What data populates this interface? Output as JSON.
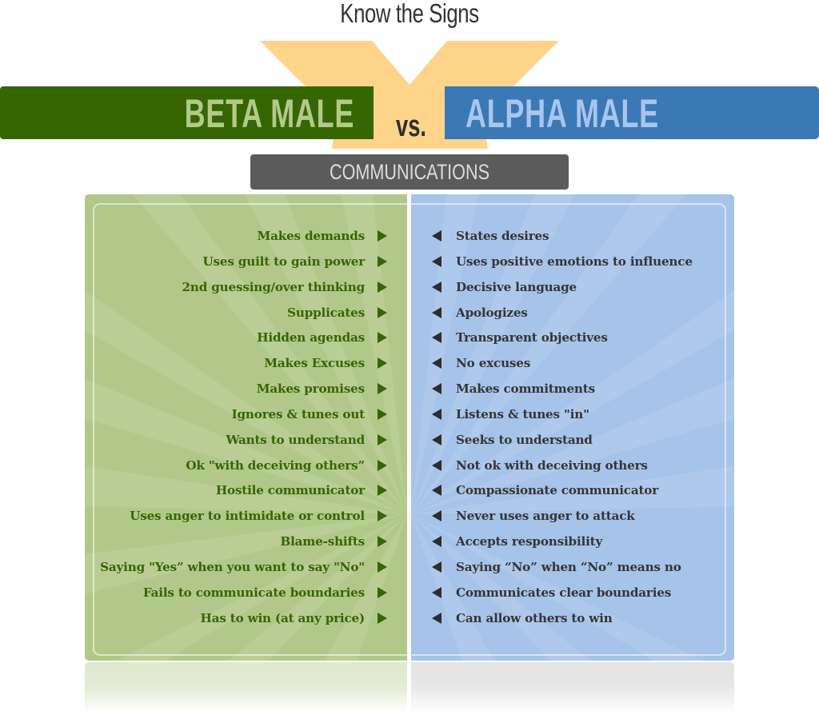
{
  "header": {
    "title": "Know the Signs",
    "vs_label": "vs.",
    "accent_color": "#fdd48a"
  },
  "comparison": {
    "left_label": "BETA MALE",
    "right_label": "ALPHA MALE",
    "left_color": "#356601",
    "right_color": "#3b78b6",
    "section_title": "COMMUNICATIONS",
    "section_color": "#5a5b5a"
  },
  "beta_traits": [
    "Makes demands",
    "Uses guilt to gain power",
    "2nd guessing/over thinking",
    "Supplicates",
    "Hidden agendas",
    "Makes Excuses",
    "Makes promises",
    "Ignores & tunes out",
    "Wants to understand",
    "Ok \"with deceiving others”",
    "Hostile communicator",
    "Uses anger to intimidate or control",
    "Blame-shifts",
    "Saying \"Yes” when you want to say \"No\"",
    "Fails to communicate boundaries",
    "Has to win (at any price)"
  ],
  "alpha_traits": [
    "States desires",
    "Uses positive emotions to influence",
    "Decisive language",
    "Apologizes",
    "Transparent objectives",
    "No excuses",
    "Makes commitments",
    "Listens & tunes \"in\"",
    "Seeks to understand",
    "Not ok with deceiving others",
    "Compassionate communicator",
    "Never uses anger to attack",
    "Accepts responsibility",
    "Saying “No” when “No” means no",
    "Communicates clear boundaries",
    "Can allow others to win"
  ],
  "icons": {
    "beta_bullet": "arrow-right-icon",
    "alpha_bullet": "arrow-left-icon"
  }
}
